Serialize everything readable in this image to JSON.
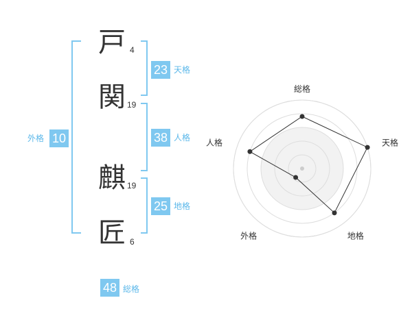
{
  "colors": {
    "accent": "#7fc8f0",
    "label": "#5cb8ea",
    "text": "#333333"
  },
  "name": {
    "chars": [
      {
        "char": "戸",
        "strokes": "4"
      },
      {
        "char": "関",
        "strokes": "19"
      },
      {
        "char": "麒",
        "strokes": "19"
      },
      {
        "char": "匠",
        "strokes": "6"
      }
    ]
  },
  "fortune": {
    "tenkaku": {
      "value": "23",
      "label": "天格"
    },
    "jinkaku": {
      "value": "38",
      "label": "人格"
    },
    "chikaku": {
      "value": "25",
      "label": "地格"
    },
    "gaikaku": {
      "value": "10",
      "label": "外格"
    },
    "soukaku": {
      "value": "48",
      "label": "総格"
    }
  },
  "chart_data": {
    "type": "radar",
    "axes": [
      "総格",
      "天格",
      "地格",
      "外格",
      "人格"
    ],
    "values": [
      3.8,
      5.0,
      4.0,
      0.8,
      4.0
    ],
    "max": 5,
    "rings": 5
  }
}
